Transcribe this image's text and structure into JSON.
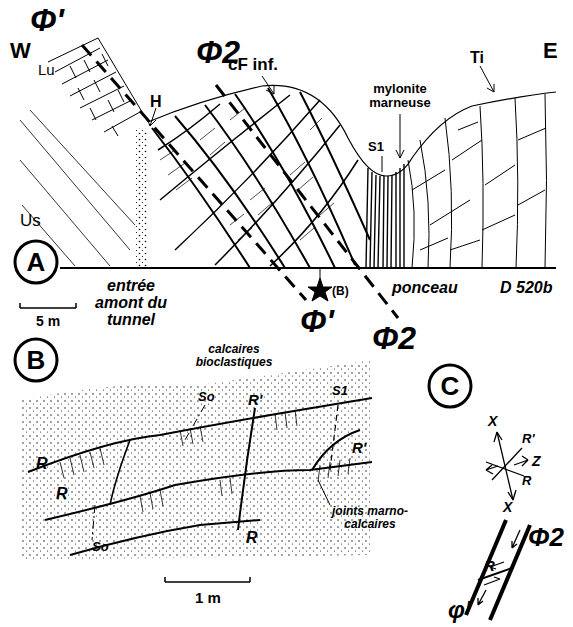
{
  "diagram": {
    "nodes": [
      {
        "text": [
          "A"
        ]
      },
      {
        "text": [
          "B"
        ]
      },
      {
        "text": [
          "C"
        ]
      }
    ],
    "labels": [
      "W",
      "Φ'",
      "Lu",
      "H",
      "Us",
      "cF inf.",
      "Φ2",
      "mylonite marneuse",
      "S1",
      "Ti",
      "E",
      "entrée amont du tunnel",
      "(B)",
      "ponceau",
      "D 520b",
      "5 m",
      "Φ'",
      "Φ2",
      "calcaires bioclastiques",
      "So",
      "R'",
      "S1",
      "R",
      "R'",
      "R",
      "joints marno-calcaires",
      "R",
      "So",
      "1 m",
      "X",
      "R'",
      "Z",
      "R",
      "X",
      "Φ2",
      "R",
      "φ'"
    ]
  }
}
